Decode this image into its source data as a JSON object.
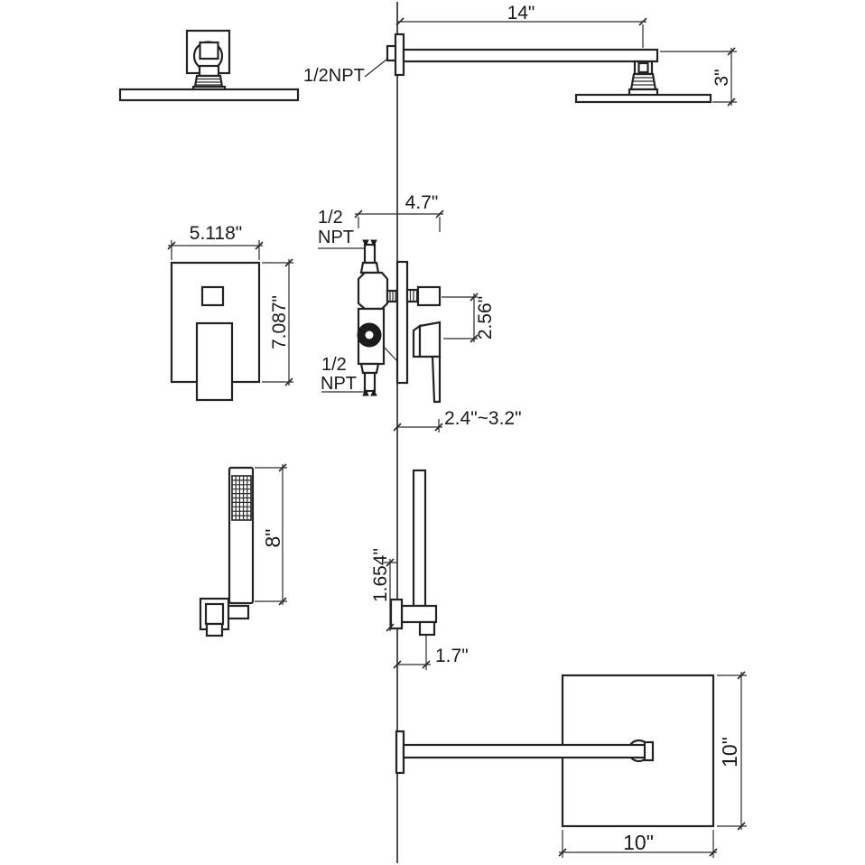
{
  "diagram": {
    "type": "technical-dimension-drawing",
    "subject": "wall-mounted square rain shower system with mixer valve and hand shower",
    "background": "#ffffff",
    "line_color": "#232323",
    "labels": {
      "arm_length": "14\"",
      "arm_thread": "1/2NPT",
      "head_drop": "3\"",
      "plate_width": "5.118\"",
      "plate_height": "7.087\"",
      "valve_depth": "4.7\"",
      "thread_top_line1": "1/2",
      "thread_top_line2": "NPT",
      "thread_bottom_line1": "1/2",
      "thread_bottom_line2": "NPT",
      "port_spacing": "2.56\"",
      "handle_clearance": "2.4\"~3.2\"",
      "wand_length": "8\"",
      "holder_height": "1.654\"",
      "holder_depth": "1.7\"",
      "head_width": "10\"",
      "head_depth": "10\""
    }
  }
}
